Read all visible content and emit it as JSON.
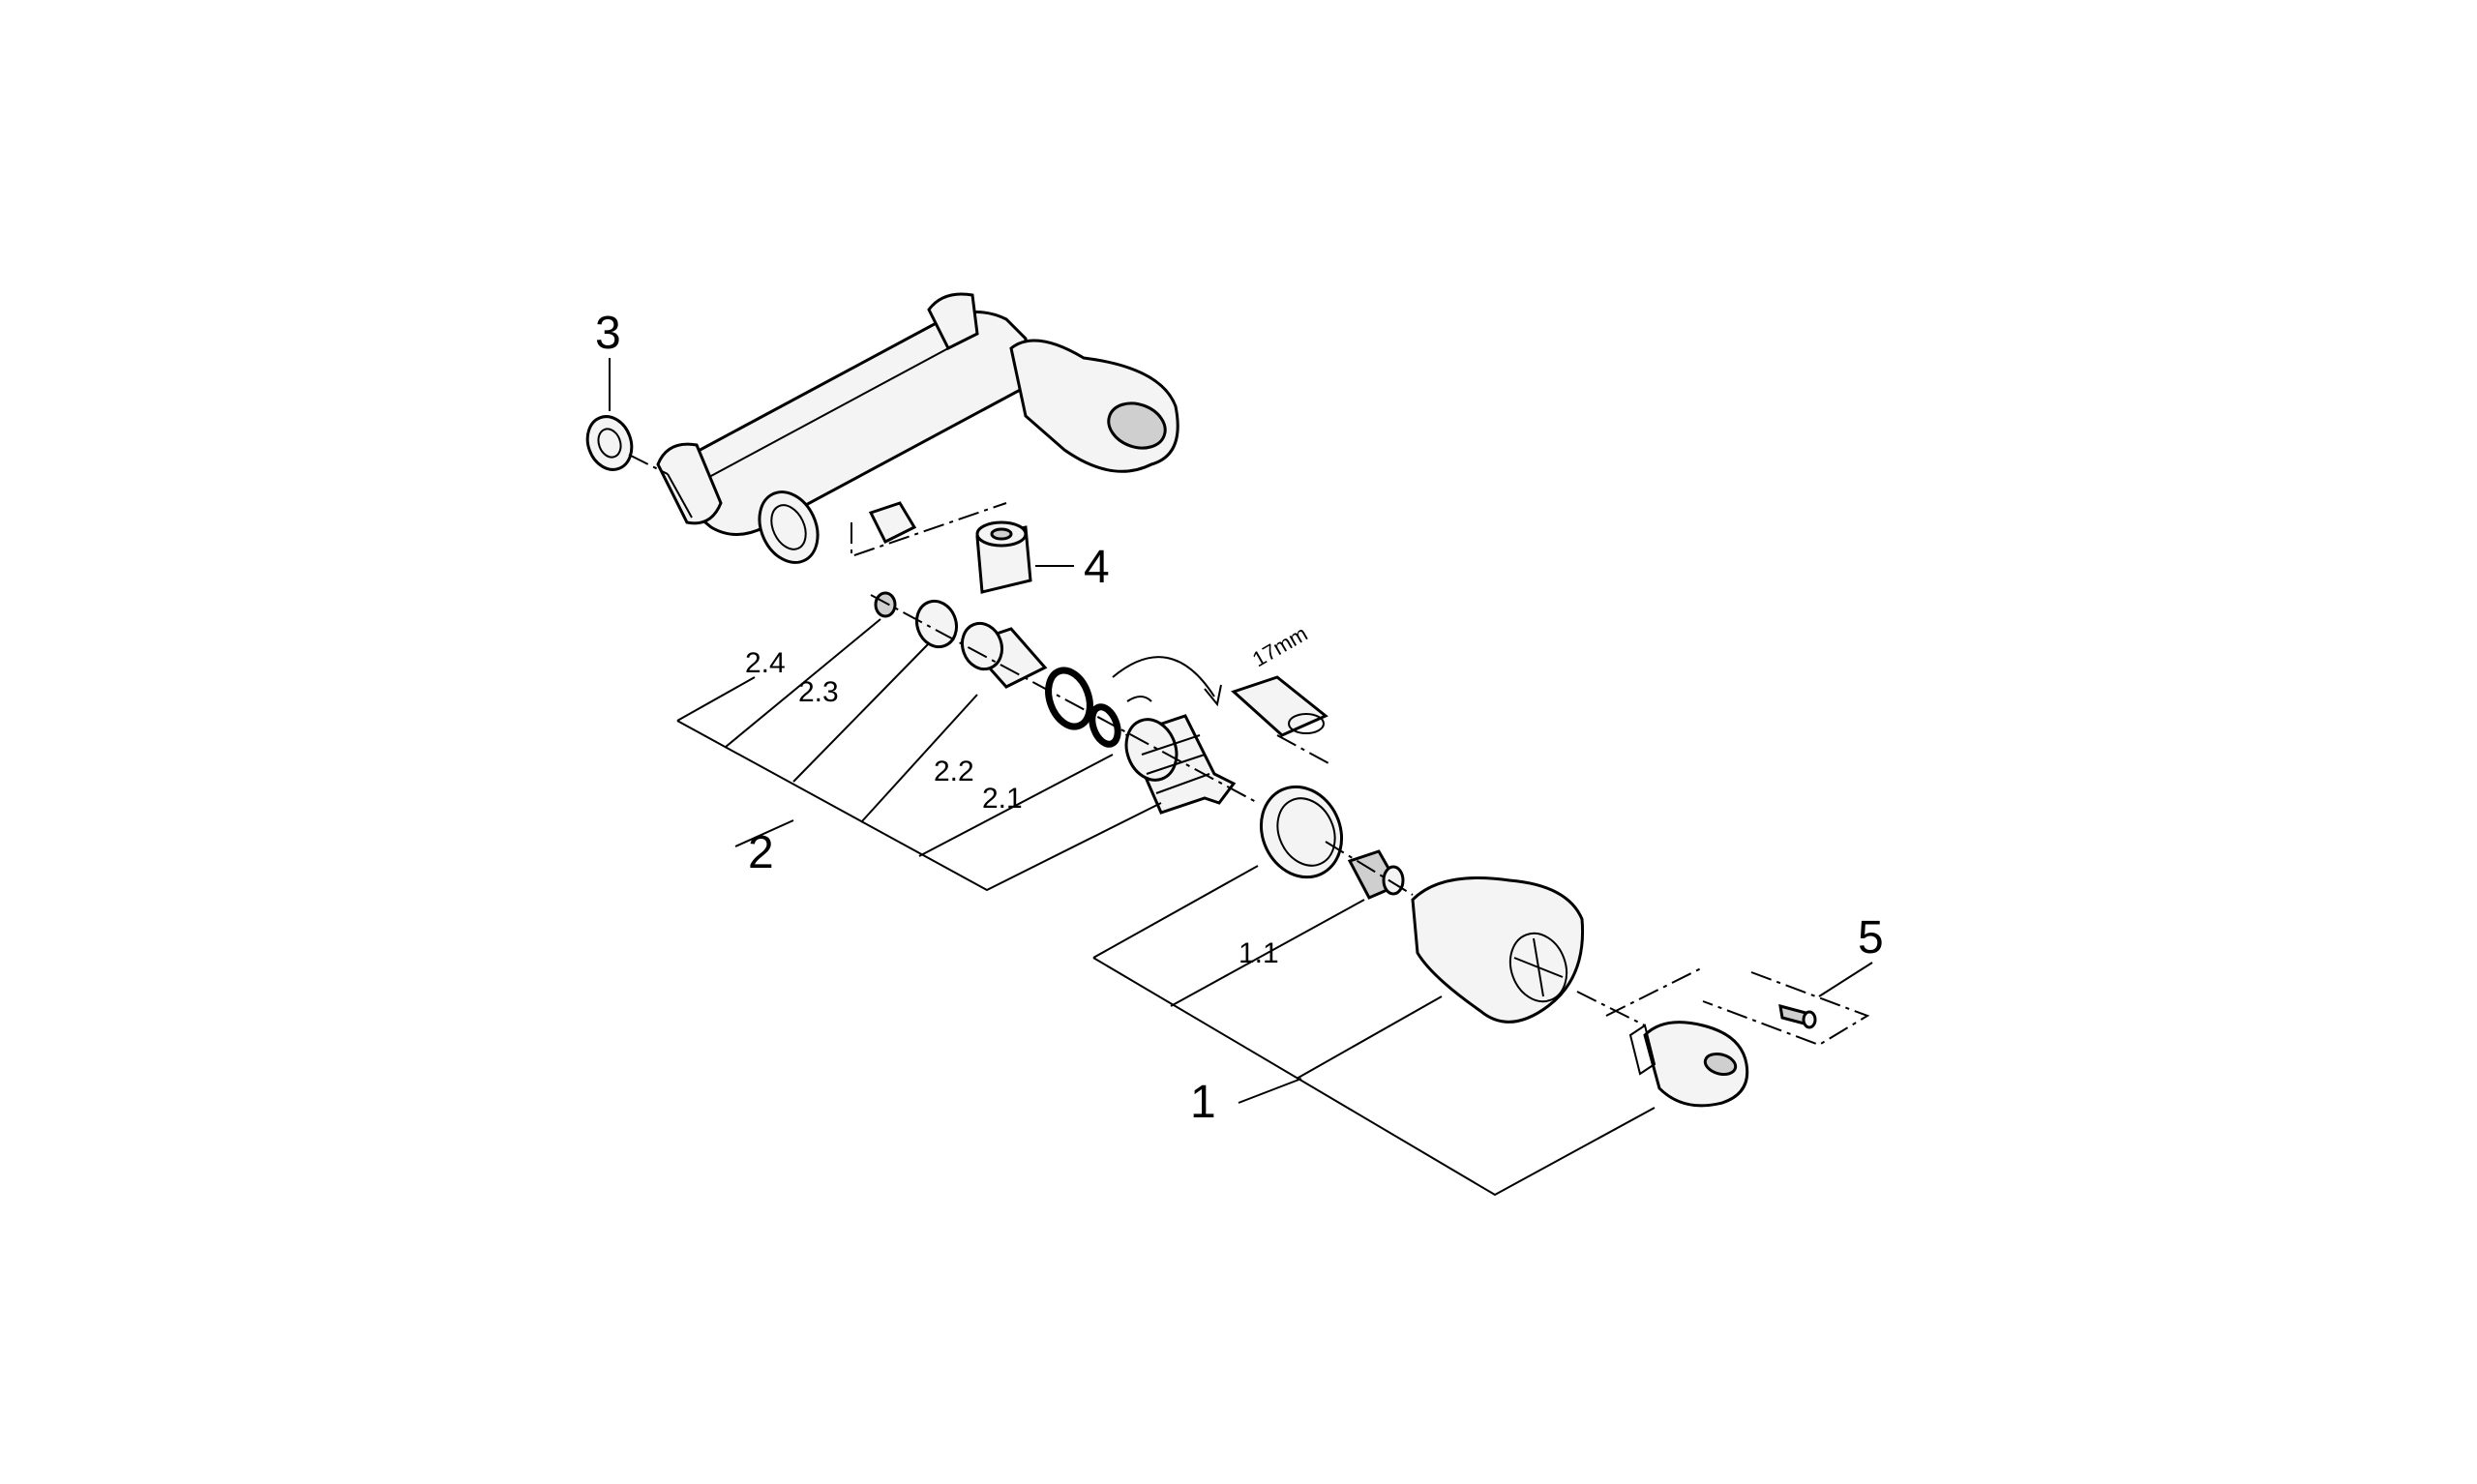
{
  "diagram": {
    "labels": {
      "part_1": "1",
      "part_1_1": "1.1",
      "part_2": "2",
      "part_2_1": "2.1",
      "part_2_2": "2.2",
      "part_2_3": "2.3",
      "part_2_4": "2.4",
      "part_3": "3",
      "part_4": "4",
      "part_5": "5",
      "wrench_size": "17mm"
    }
  }
}
